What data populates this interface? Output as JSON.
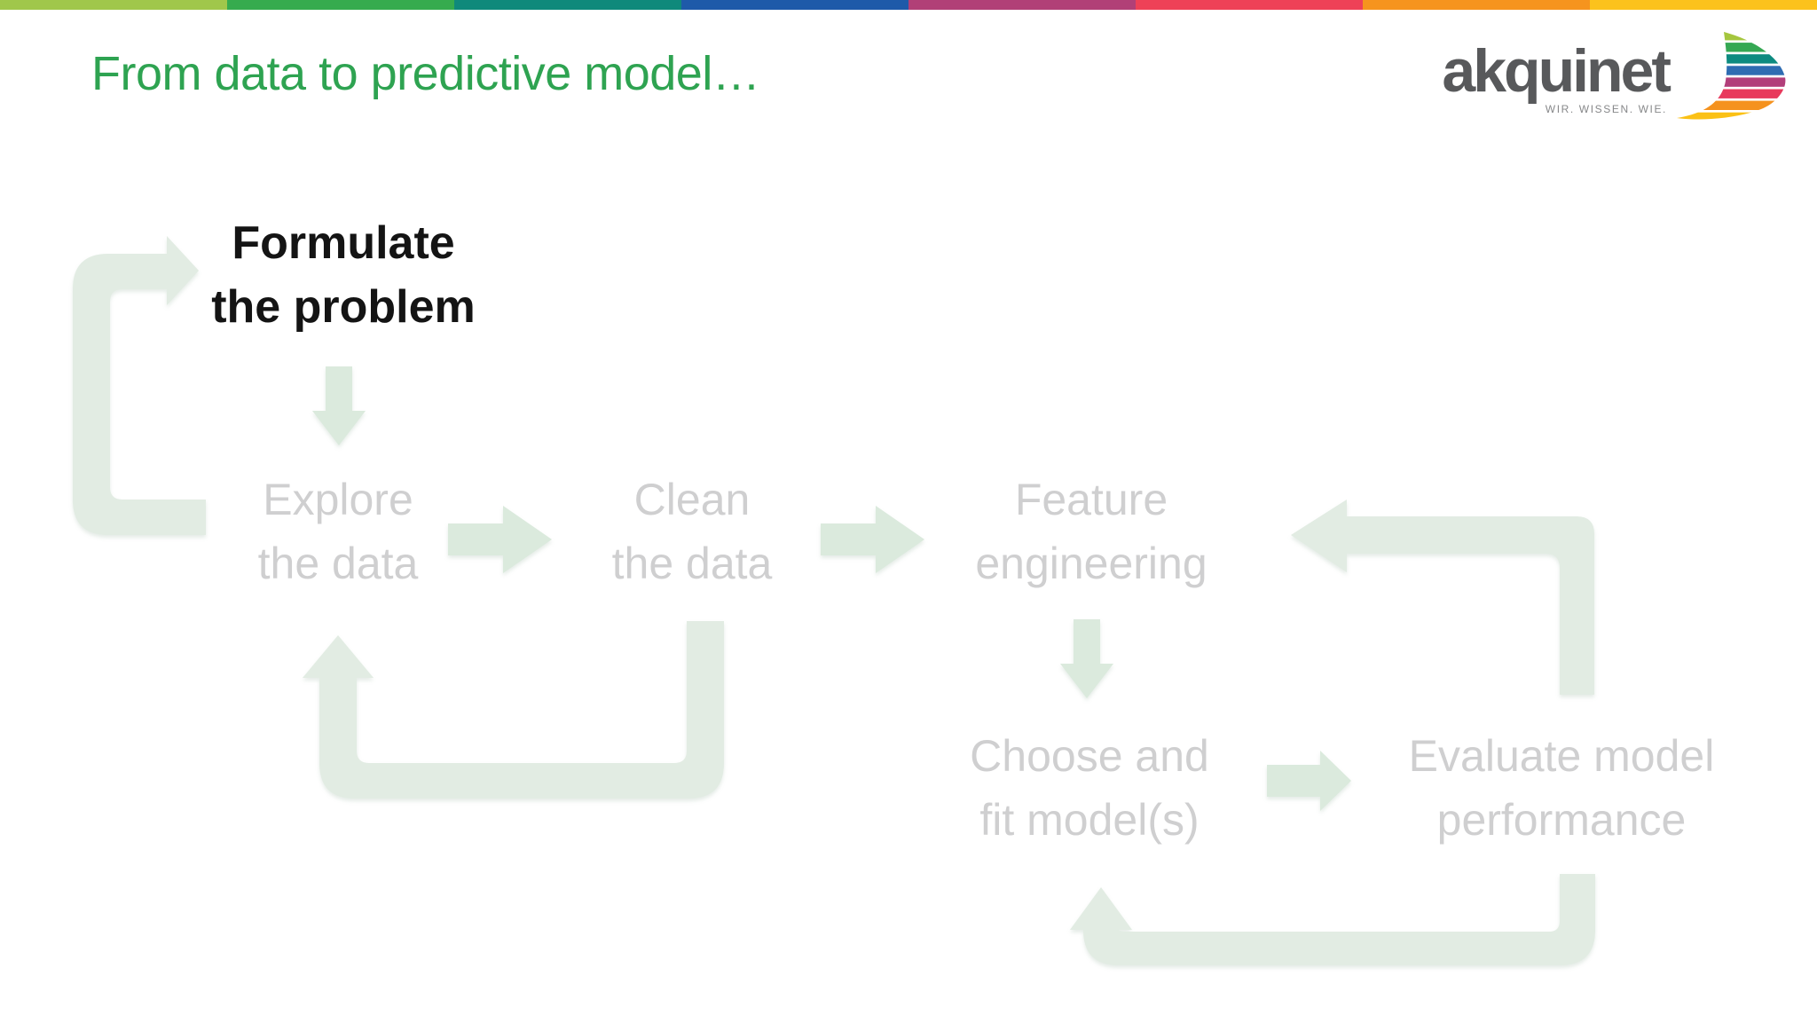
{
  "slide": {
    "title": "From data to predictive model…",
    "title_color": "#2ea351",
    "background_color": "#ffffff"
  },
  "top_bar": {
    "segment_colors": [
      "#a0c74b",
      "#36ab4e",
      "#0f897b",
      "#1e5aa9",
      "#b14077",
      "#ee4157",
      "#f6941e",
      "#fcc21c"
    ]
  },
  "logo": {
    "wordmark": "akquinet",
    "tagline": "WIR. WISSEN. WIE.",
    "wordmark_color": "#58595b",
    "tagline_color": "#87888a",
    "sail_stripe_colors": [
      "#a5c63e",
      "#35a853",
      "#0d8b80",
      "#2e6cb2",
      "#b23e7a",
      "#e8395c",
      "#f5921e",
      "#fbc115"
    ]
  },
  "diagram": {
    "arrow_color": "#e2ece3",
    "arrow_color_small": "#dbeadd",
    "active_step_color": "#141414",
    "inactive_step_color": "#cfcfd0",
    "steps": [
      {
        "id": "formulate-the-problem",
        "line1": "Formulate",
        "line2": "the problem",
        "state": "active"
      },
      {
        "id": "explore-the-data",
        "line1": "Explore",
        "line2": "the data",
        "state": "upcoming"
      },
      {
        "id": "clean-the-data",
        "line1": "Clean",
        "line2": "the data",
        "state": "upcoming"
      },
      {
        "id": "feature-engineering",
        "line1": "Feature",
        "line2": "engineering",
        "state": "upcoming"
      },
      {
        "id": "choose-and-fit-models",
        "line1": "Choose and",
        "line2": "fit model(s)",
        "state": "upcoming"
      },
      {
        "id": "evaluate-model-performance",
        "line1": "Evaluate model",
        "line2": "performance",
        "state": "upcoming"
      }
    ],
    "connections": [
      {
        "from": "explore-the-data",
        "to": "formulate-the-problem",
        "type": "loop-back"
      },
      {
        "from": "formulate-the-problem",
        "to": "explore-the-data",
        "type": "down"
      },
      {
        "from": "explore-the-data",
        "to": "clean-the-data",
        "type": "right"
      },
      {
        "from": "clean-the-data",
        "to": "explore-the-data",
        "type": "loop-back"
      },
      {
        "from": "clean-the-data",
        "to": "feature-engineering",
        "type": "right"
      },
      {
        "from": "feature-engineering",
        "to": "choose-and-fit-models",
        "type": "down"
      },
      {
        "from": "evaluate-model-performance",
        "to": "feature-engineering",
        "type": "loop-back"
      },
      {
        "from": "choose-and-fit-models",
        "to": "evaluate-model-performance",
        "type": "right"
      },
      {
        "from": "evaluate-model-performance",
        "to": "choose-and-fit-models",
        "type": "loop-back"
      }
    ]
  }
}
